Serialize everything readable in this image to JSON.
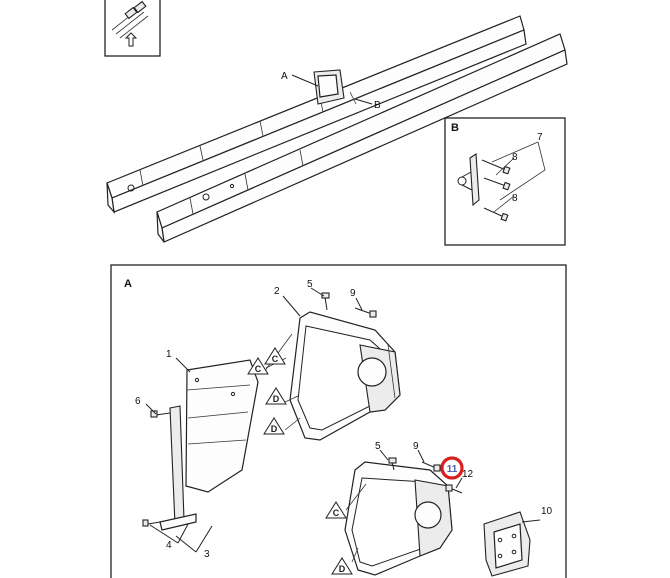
{
  "overview": {
    "callouts": {
      "a": "A",
      "b": "B"
    }
  },
  "detail_b": {
    "title": "B",
    "labels": {
      "n7": "7",
      "n8a": "8",
      "n8b": "8"
    }
  },
  "detail_a": {
    "title": "A",
    "labels": {
      "n1": "1",
      "n2": "2",
      "n3": "3",
      "n4": "4",
      "n5": "5",
      "n6": "6",
      "n9": "9",
      "n5b": "5",
      "n9b": "9",
      "n11": "11",
      "n12": "12",
      "n10": "10"
    },
    "triangles": {
      "c1": "C",
      "c2": "C",
      "c3": "C",
      "d1": "D",
      "d2": "D",
      "d3": "D"
    }
  },
  "highlight": {
    "color": "#d81e1e",
    "label": "11"
  },
  "colors": {
    "line": "#222222",
    "shade": "#e6e6e6"
  }
}
